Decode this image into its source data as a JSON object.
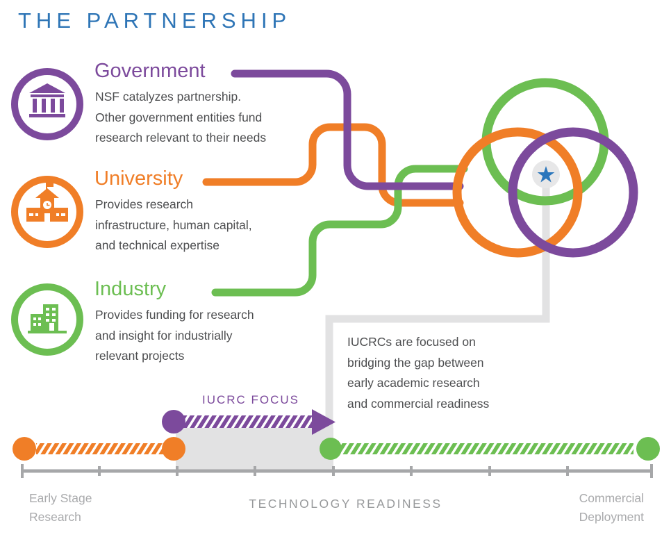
{
  "title": "THE PARTNERSHIP",
  "partners": [
    {
      "name": "Government",
      "icon": "bank-icon",
      "color": "#7C4A9C",
      "description": "NSF catalyzes partnership.\nOther government entities fund\nresearch relevant to their needs"
    },
    {
      "name": "University",
      "icon": "school-icon",
      "color": "#F07E27",
      "description": "Provides research\ninfrastructure, human capital,\nand technical expertise"
    },
    {
      "name": "Industry",
      "icon": "buildings-icon",
      "color": "#6CBE52",
      "description": "Provides funding for research\nand insight for industrially\nrelevant projects"
    }
  ],
  "venn": {
    "rings": [
      "Industry",
      "University",
      "Government"
    ],
    "center_icon": "star-icon",
    "star_color": "#2A76BC",
    "note": "IUCRCs are focused on\nbridging the gap between\nearly academic research\nand commercial readiness"
  },
  "timeline": {
    "focus_label": "IUCRC FOCUS",
    "axis_label": "TECHNOLOGY READINESS",
    "left_caption": "Early Stage\nResearch",
    "right_caption": "Commercial\nDeployment",
    "segments": [
      {
        "name": "early-stage-research",
        "color": "#F07E27",
        "style": "hatched"
      },
      {
        "name": "iucrc-focus",
        "color": "#7C4A9C",
        "style": "hatched-arrow"
      },
      {
        "name": "commercial-deployment",
        "color": "#6CBE52",
        "style": "hatched"
      }
    ]
  },
  "colors": {
    "title": "#2E75B6",
    "government": "#7C4A9C",
    "university": "#F07E27",
    "industry": "#6CBE52",
    "body_text": "#4D4E50",
    "muted_text": "#A9AAAC",
    "axis": "#A6A7A9",
    "callout_gray": "#E2E2E3",
    "star_blue": "#2A76BC"
  }
}
